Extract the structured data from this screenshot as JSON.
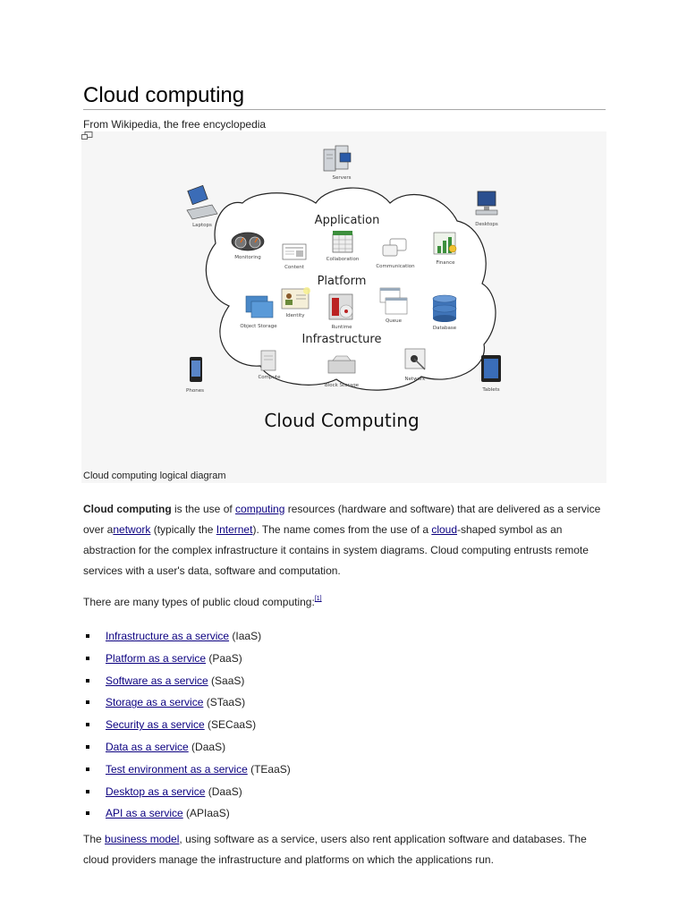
{
  "page": {
    "title": "Cloud computing",
    "subtitle": "From Wikipedia, the free encyclopedia"
  },
  "figure": {
    "caption": "Cloud computing logical diagram",
    "diagram_title": "Cloud Computing",
    "layers": {
      "application": "Application",
      "platform": "Platform",
      "infrastructure": "Infrastructure"
    },
    "outside_devices": {
      "servers": "Servers",
      "laptops": "Laptops",
      "desktops": "Desktops",
      "phones": "Phones",
      "tablets": "Tablets"
    },
    "application_items": {
      "monitoring": "Monitoring",
      "content": "Content",
      "collaboration": "Collaboration",
      "communication": "Communication",
      "finance": "Finance"
    },
    "platform_items": {
      "object_storage": "Object Storage",
      "identity": "Identity",
      "runtime": "Runtime",
      "queue": "Queue",
      "database": "Database"
    },
    "infrastructure_items": {
      "compute": "Compute",
      "block_storage": "Block Storage",
      "network": "Network"
    },
    "icons": [
      "server-icon",
      "laptop-icon",
      "desktop-icon",
      "phone-icon",
      "tablet-icon",
      "gauge-icon",
      "newspaper-icon",
      "calendar-icon",
      "chat-icon",
      "chart-icon",
      "folder-icon",
      "id-card-icon",
      "runtime-icon",
      "window-icon",
      "database-icon",
      "computer-icon",
      "drive-icon",
      "network-icon",
      "enlarge-icon"
    ]
  },
  "intro": {
    "term": "Cloud computing",
    "t1": " is the use of ",
    "link_computing": "computing",
    "t2": " resources (hardware and software) that are delivered as a service over a",
    "link_network": "network",
    "t3": " (typically the ",
    "link_internet": "Internet",
    "t4": "). The name comes from the use of a ",
    "link_cloud": "cloud",
    "t5": "-shaped symbol as an abstraction for the complex infrastructure it contains in system diagrams. Cloud computing entrusts remote services with a user's data, software and computation."
  },
  "types_intro": {
    "text": "There are many types of public cloud computing:",
    "ref": "[1]"
  },
  "service_types": [
    {
      "link": "Infrastructure as a service",
      "abbr": " (IaaS)"
    },
    {
      "link": "Platform as a service",
      "abbr": " (PaaS)"
    },
    {
      "link": "Software as a service",
      "abbr": " (SaaS)"
    },
    {
      "link": "Storage as a service",
      "abbr": " (STaaS)"
    },
    {
      "link": "Security as a service",
      "abbr": " (SECaaS)"
    },
    {
      "link": "Data as a service",
      "abbr": " (DaaS)"
    },
    {
      "link": "Test environment as a service",
      "abbr": " (TEaaS)"
    },
    {
      "link": "Desktop as a service",
      "abbr": " (DaaS)"
    },
    {
      "link": "API as a service",
      "abbr": " (APIaaS)"
    }
  ],
  "business": {
    "t1": "The ",
    "link": "business model",
    "t2": ", using software as a service, users also rent application software and databases. The cloud providers manage the infrastructure and platforms on which the applications run."
  }
}
